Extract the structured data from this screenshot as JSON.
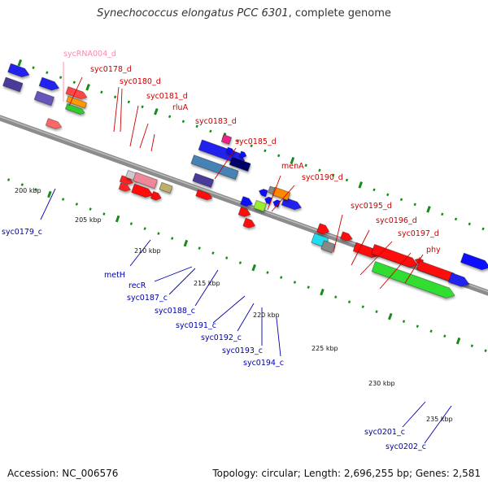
{
  "title": {
    "organism": "Synechococcus elongatus PCC 6301",
    "suffix": ", complete genome"
  },
  "footer": {
    "accession": "Accession: NC_006576",
    "topology": "Topology: circular; Length: 2,696,255 bp; Genes: 2,581"
  },
  "colors": {
    "backbone": "#8c8c8c",
    "tick": "#1a8a1a",
    "direct_label": "#cc0000",
    "complement_label": "#0000aa",
    "rna_label": "#ff88aa"
  },
  "scale_labels": [
    "200 kbp",
    "205 kbp",
    "210 kbp",
    "215 kbp",
    "220 kbp",
    "225 kbp",
    "230 kbp",
    "235 kbp"
  ],
  "gene_labels": {
    "direct": [
      "sycRNA004_d",
      "syc0178_d",
      "syc0180_d",
      "syc0181_d",
      "rluA",
      "syc0183_d",
      "syc0185_d",
      "menA",
      "syc0190_d",
      "syc0195_d",
      "syc0196_d",
      "syc0197_d",
      "phy"
    ],
    "complement": [
      "syc0179_c",
      "metH",
      "recR",
      "syc0187_c",
      "syc0188_c",
      "syc0191_c",
      "syc0192_c",
      "syc0193_c",
      "syc0194_c",
      "syc0201_c",
      "syc0202_c"
    ]
  }
}
